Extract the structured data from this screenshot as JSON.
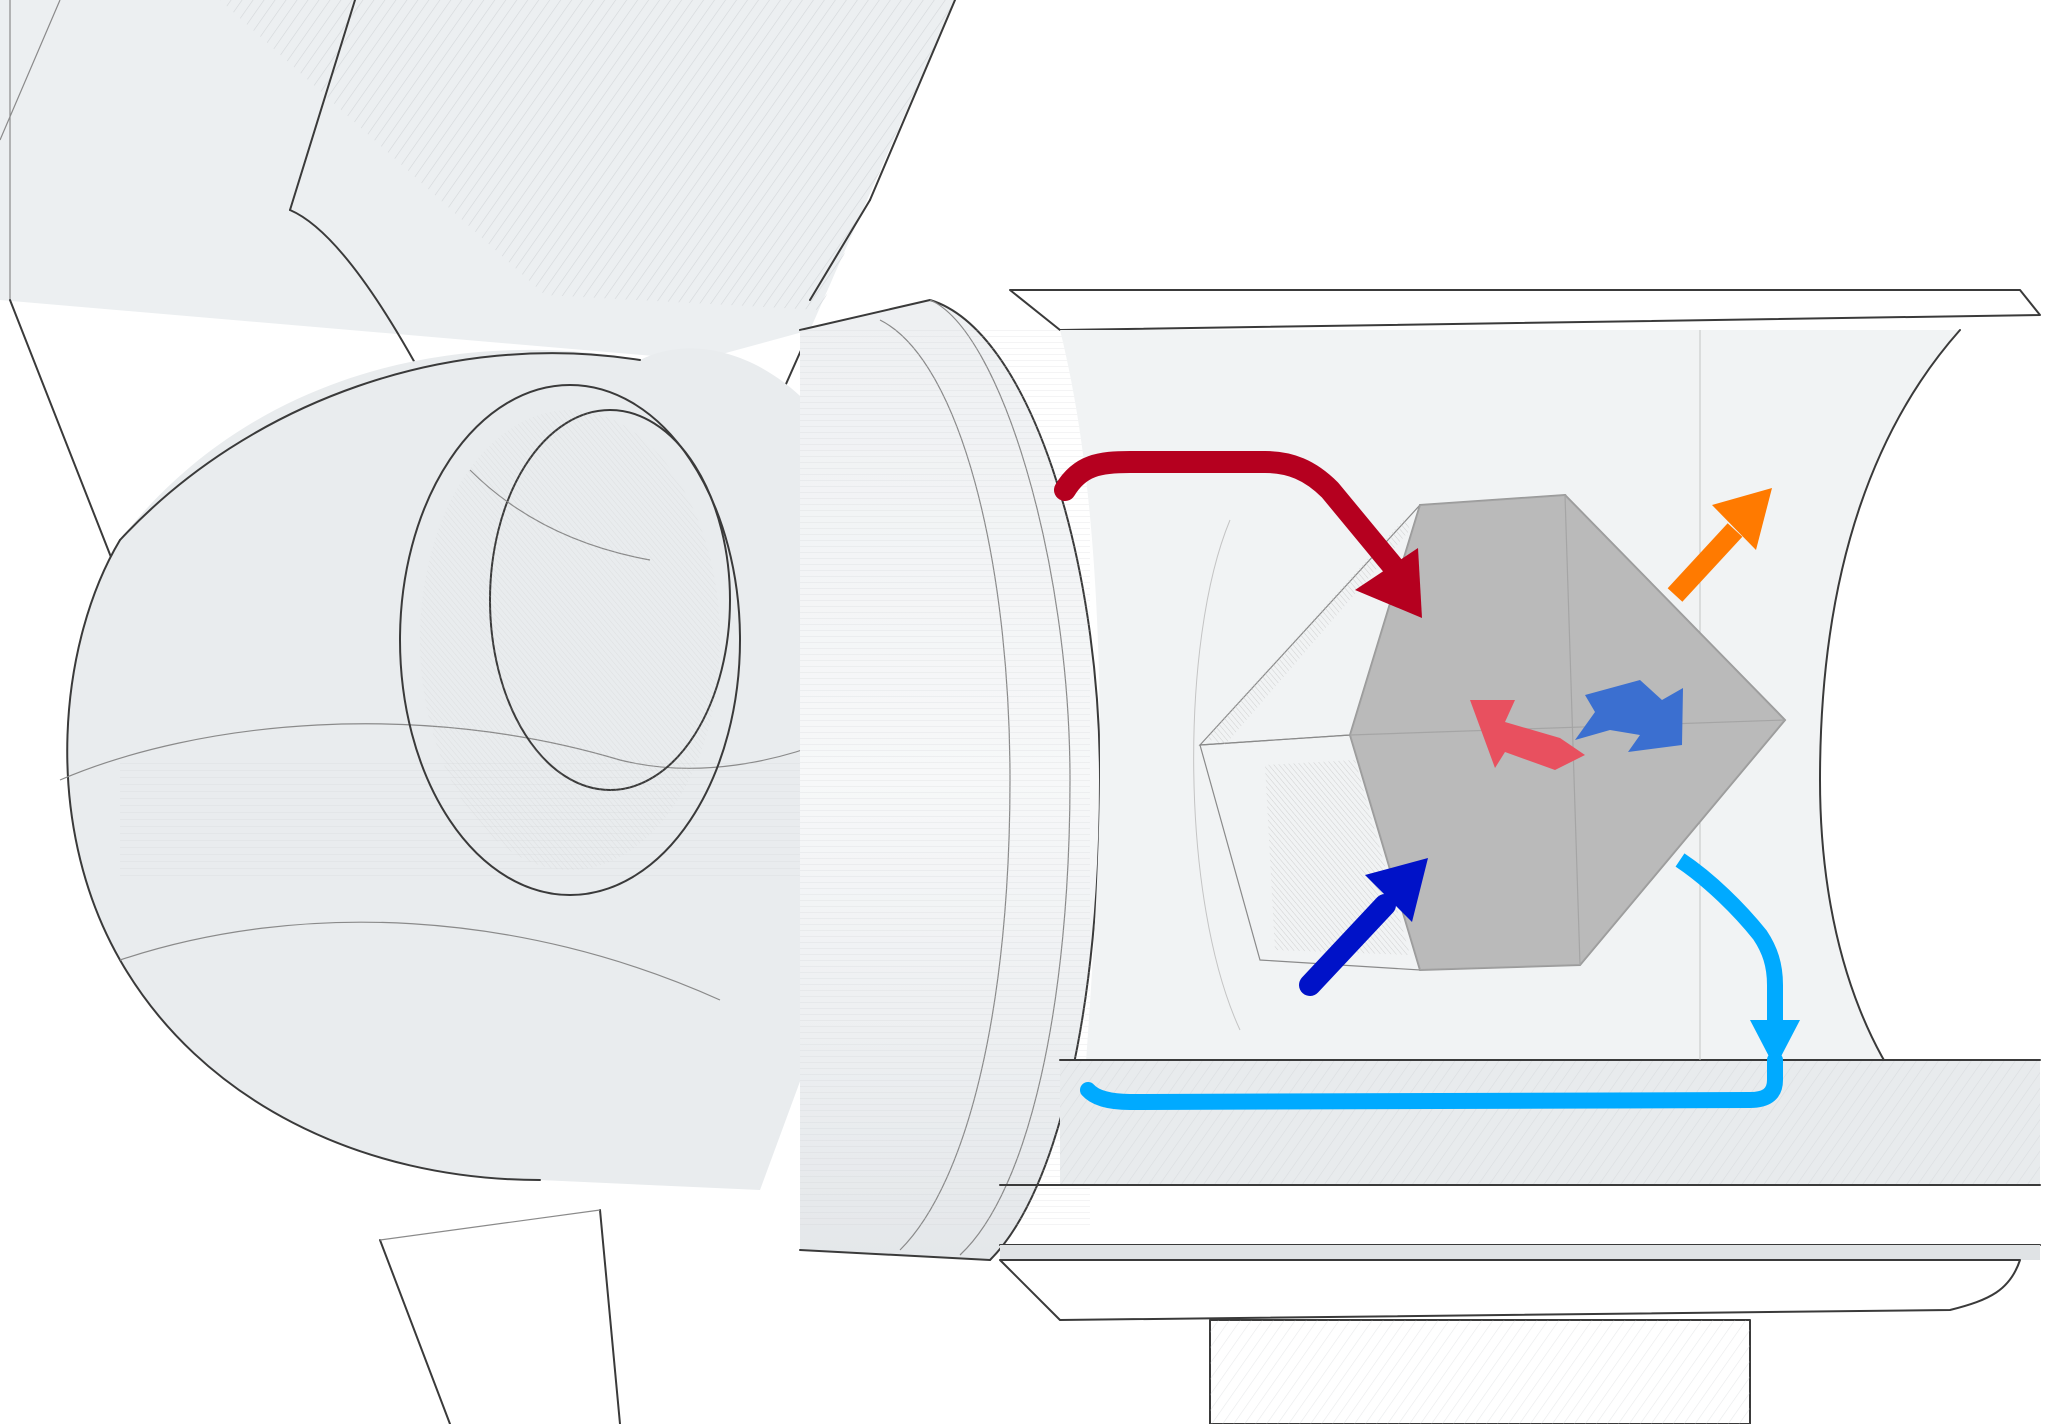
{
  "diagram": {
    "type": "illustration",
    "subject": "pipe-elbow-duct-with-heat-exchanger-cube",
    "colors": {
      "background": "#ffffff",
      "pipe_fill": "#eef0f2",
      "pipe_shade": "#dfe2e6",
      "pipe_edge": "#3a3a3a",
      "cube_front": "#b9b9b9",
      "cube_side": "#cfcfcf",
      "cube_edge": "#9a9a9a",
      "hot_inflow": "#b5001f",
      "cold_inflow": "#0012c8",
      "hot_outflow": "#ff7a00",
      "cold_outflow": "#00aaff",
      "exchange_red": "#e8505f",
      "exchange_blue": "#3b6fd0"
    },
    "arrows": [
      {
        "id": "hot-in",
        "color_key": "hot_inflow"
      },
      {
        "id": "cold-in",
        "color_key": "cold_inflow"
      },
      {
        "id": "warm-out",
        "color_key": "hot_outflow"
      },
      {
        "id": "cool-out",
        "color_key": "cold_outflow"
      }
    ],
    "icons": [
      "exchange-arrows-icon"
    ]
  }
}
